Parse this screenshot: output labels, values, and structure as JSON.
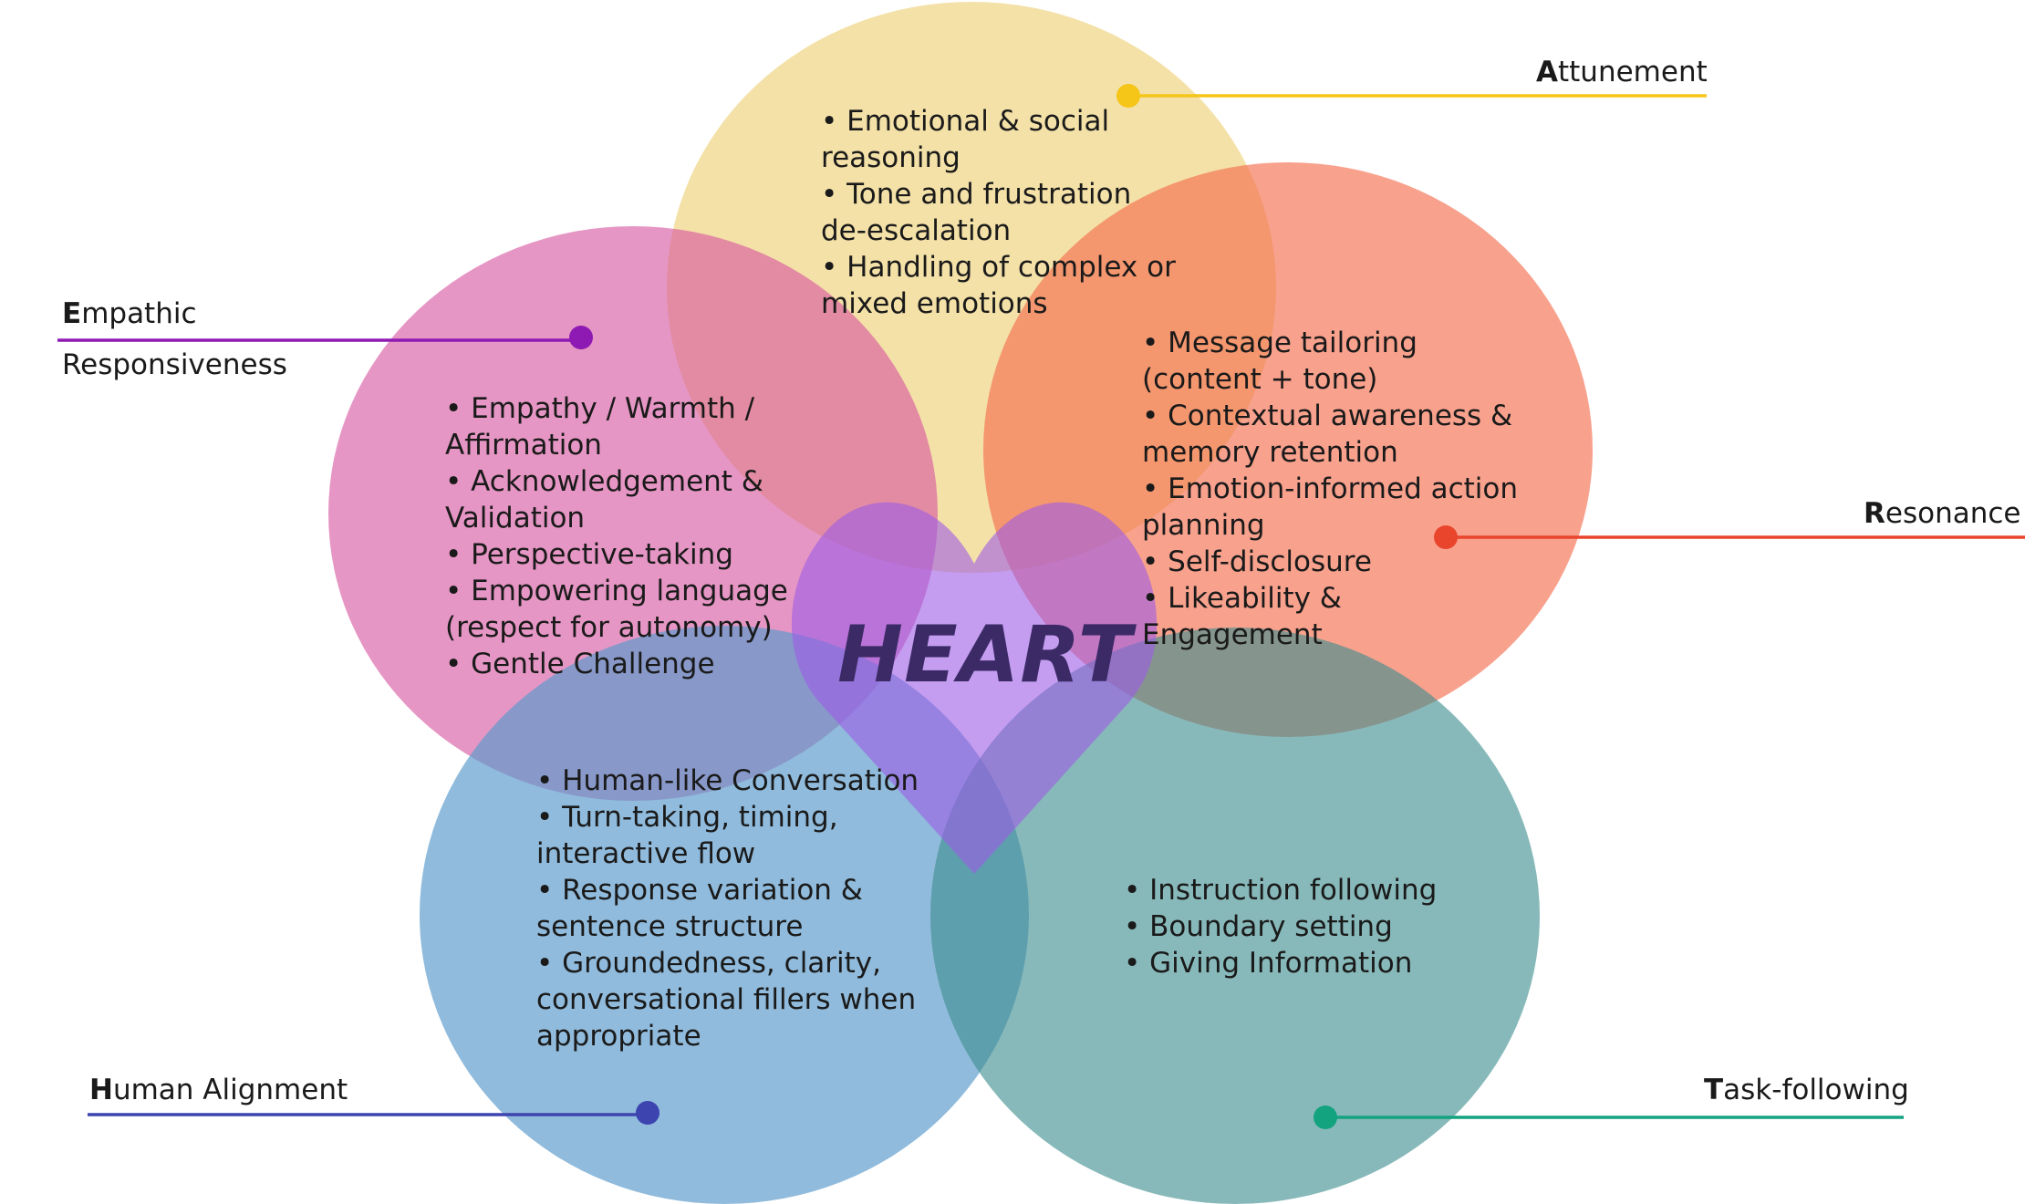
{
  "center": {
    "title": "HEART"
  },
  "dimensions": {
    "attunement": {
      "initial": "A",
      "rest": "ttunement",
      "color": "#f5c518",
      "items": [
        "• Emotional & social reasoning",
        "• Tone and frustration de-escalation",
        "• Handling of complex or mixed emotions"
      ]
    },
    "empathic": {
      "initial": "E",
      "rest": "mpathic",
      "line2": "Responsiveness",
      "color": "#8e1ab3",
      "items": [
        "• Empathy / Warmth / Affirmation",
        "• Acknowledgement & Validation",
        "• Perspective-taking",
        "• Empowering language (respect for autonomy)",
        "• Gentle Challenge"
      ]
    },
    "resonance": {
      "initial": "R",
      "rest": "esonance",
      "color": "#e8452c",
      "items": [
        "• Message tailoring (content + tone)",
        "• Contextual awareness & memory retention",
        "• Emotion-informed action planning",
        "• Self-disclosure",
        "• Likeability & Engagement"
      ]
    },
    "human": {
      "initial": "H",
      "rest": "uman Alignment",
      "color": "#3d44b0",
      "items": [
        "• Human-like Conversation",
        "• Turn-taking, timing, interactive flow",
        "• Response variation & sentence structure",
        "• Groundedness, clarity, conversational fillers when appropriate"
      ]
    },
    "task": {
      "initial": "T",
      "rest": "ask-following",
      "color": "#14a37f",
      "items": [
        "• Instruction following",
        "• Boundary setting",
        "• Giving Information"
      ]
    }
  }
}
